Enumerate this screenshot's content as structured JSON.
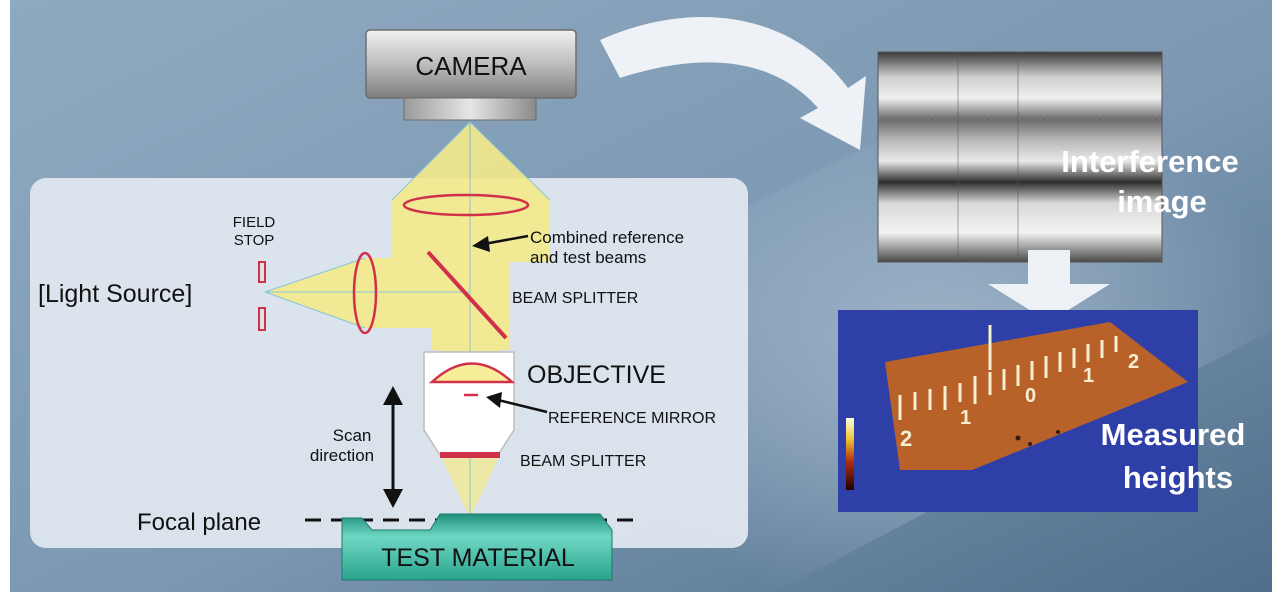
{
  "labels": {
    "camera": "CAMERA",
    "field_stop_line1": "FIELD",
    "field_stop_line2": "STOP",
    "light_source": "[Light Source]",
    "combined_line1": "Combined reference",
    "combined_line2": "and test beams",
    "beam_splitter_top": "BEAM SPLITTER",
    "objective": "OBJECTIVE",
    "reference_mirror": "REFERENCE MIRROR",
    "beam_splitter_bottom": "BEAM SPLITTER",
    "scan_line1": "Scan",
    "scan_line2": "direction",
    "focal_plane": "Focal plane",
    "test_material": "TEST MATERIAL",
    "interference_line1": "Interference",
    "interference_line2": "image",
    "measured_line1": "Measured",
    "measured_line2": "heights"
  },
  "ruler_numbers": [
    "2",
    "1",
    "0",
    "1",
    "2"
  ],
  "colors": {
    "background_top": "#8fa9c0",
    "background_bottom": "#5a7894",
    "panel": "#dfe7ef",
    "beam": "#f4ea8a",
    "lens_outline": "#d0304a",
    "test_material": "#3dbfa6",
    "heights_bg": "#2f3fa8",
    "heights_surface": "#b8622a",
    "arrow_white": "#eef2f7"
  }
}
